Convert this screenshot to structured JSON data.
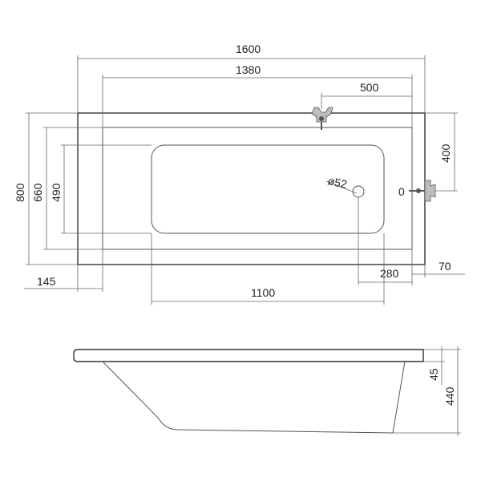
{
  "top_view": {
    "overall_length": "1600",
    "inner_length": "1380",
    "tap_offset": "500",
    "overall_width": "800",
    "inner_width": "660",
    "basin_width": "490",
    "tap_side_offset": "400",
    "tap_side_zero": "0",
    "drain_diameter": "ø52",
    "left_rim": "145",
    "basin_length": "1100",
    "drain_offset": "280",
    "right_rim": "70"
  },
  "side_view": {
    "rim_height": "45",
    "total_height": "440"
  },
  "icons": {
    "top_tap": "tap-icon",
    "side_tap": "tap-icon",
    "drain": "drain-icon"
  },
  "colors": {
    "line": "#555555",
    "text": "#222222"
  }
}
